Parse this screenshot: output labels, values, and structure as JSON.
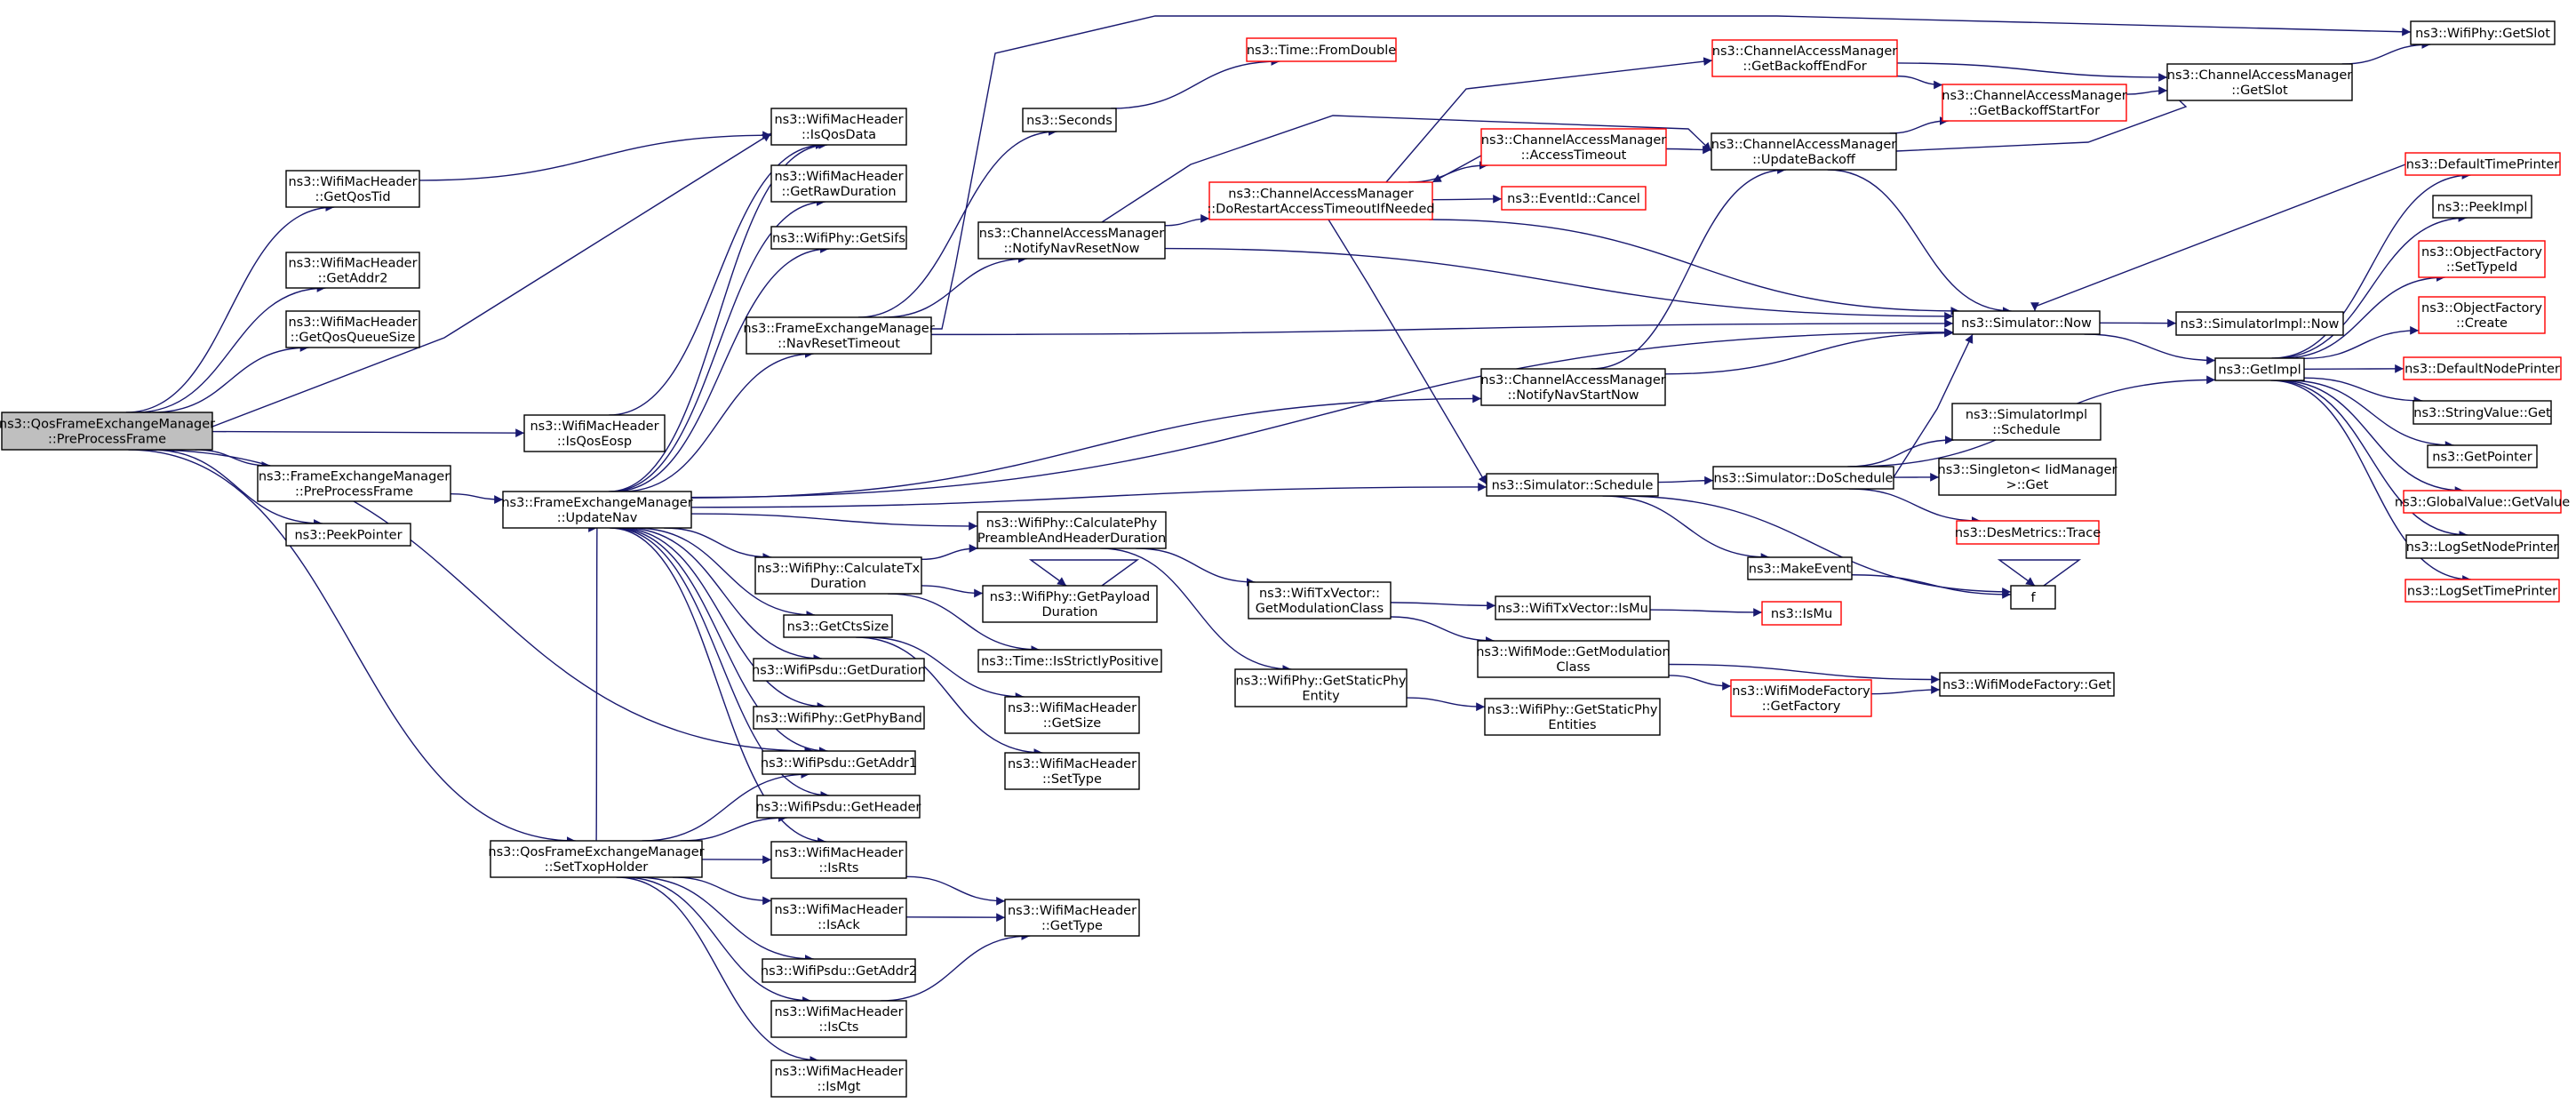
{
  "colors": {
    "edge": "#191970",
    "node_border": "#000000",
    "node_border_incomplete": "#ff0000",
    "node_fill": "#ffffff",
    "root_fill": "#bfbfbf",
    "text": "#000000"
  },
  "nodes": [
    {
      "id": "root",
      "lines": [
        "ns3::QosFrameExchangeManager",
        "::PreProcessFrame"
      ],
      "style": "root"
    },
    {
      "id": "getQosTid",
      "lines": [
        "ns3::WifiMacHeader",
        "::GetQosTid"
      ],
      "style": "normal"
    },
    {
      "id": "getAddr2Hdr",
      "lines": [
        "ns3::WifiMacHeader",
        "::GetAddr2"
      ],
      "style": "normal"
    },
    {
      "id": "getQosQueueSize",
      "lines": [
        "ns3::WifiMacHeader",
        "::GetQosQueueSize"
      ],
      "style": "normal"
    },
    {
      "id": "feProcess",
      "lines": [
        "ns3::FrameExchangeManager",
        "::PreProcessFrame"
      ],
      "style": "normal"
    },
    {
      "id": "peekPointer",
      "lines": [
        "ns3::PeekPointer"
      ],
      "style": "normal"
    },
    {
      "id": "setTxop",
      "lines": [
        "ns3::QosFrameExchangeManager",
        "::SetTxopHolder"
      ],
      "style": "normal"
    },
    {
      "id": "isQosEosp",
      "lines": [
        "ns3::WifiMacHeader",
        "::IsQosEosp"
      ],
      "style": "normal"
    },
    {
      "id": "updateNav",
      "lines": [
        "ns3::FrameExchangeManager",
        "::UpdateNav"
      ],
      "style": "normal"
    },
    {
      "id": "isQosData",
      "lines": [
        "ns3::WifiMacHeader",
        "::IsQosData"
      ],
      "style": "normal"
    },
    {
      "id": "getRawDuration",
      "lines": [
        "ns3::WifiMacHeader",
        "::GetRawDuration"
      ],
      "style": "normal"
    },
    {
      "id": "getSifs",
      "lines": [
        "ns3::WifiPhy::GetSifs"
      ],
      "style": "normal"
    },
    {
      "id": "navResetTimeout",
      "lines": [
        "ns3::FrameExchangeManager",
        "::NavResetTimeout"
      ],
      "style": "normal"
    },
    {
      "id": "calcTxDuration",
      "lines": [
        "ns3::WifiPhy::CalculateTx",
        "Duration"
      ],
      "style": "normal"
    },
    {
      "id": "getCtsSize",
      "lines": [
        "ns3::GetCtsSize"
      ],
      "style": "normal"
    },
    {
      "id": "psduGetDuration",
      "lines": [
        "ns3::WifiPsdu::GetDuration"
      ],
      "style": "normal"
    },
    {
      "id": "getPhyBand",
      "lines": [
        "ns3::WifiPhy::GetPhyBand"
      ],
      "style": "normal"
    },
    {
      "id": "psduGetAddr1",
      "lines": [
        "ns3::WifiPsdu::GetAddr1"
      ],
      "style": "normal"
    },
    {
      "id": "psduGetHeader",
      "lines": [
        "ns3::WifiPsdu::GetHeader"
      ],
      "style": "normal"
    },
    {
      "id": "isRts",
      "lines": [
        "ns3::WifiMacHeader",
        "::IsRts"
      ],
      "style": "normal"
    },
    {
      "id": "isAck",
      "lines": [
        "ns3::WifiMacHeader",
        "::IsAck"
      ],
      "style": "normal"
    },
    {
      "id": "psduGetAddr2",
      "lines": [
        "ns3::WifiPsdu::GetAddr2"
      ],
      "style": "normal"
    },
    {
      "id": "isCts",
      "lines": [
        "ns3::WifiMacHeader",
        "::IsCts"
      ],
      "style": "normal"
    },
    {
      "id": "isMgt",
      "lines": [
        "ns3::WifiMacHeader",
        "::IsMgt"
      ],
      "style": "normal"
    },
    {
      "id": "seconds",
      "lines": [
        "ns3::Seconds"
      ],
      "style": "normal"
    },
    {
      "id": "notifyNavReset",
      "lines": [
        "ns3::ChannelAccessManager",
        "::NotifyNavResetNow"
      ],
      "style": "normal"
    },
    {
      "id": "calcPreamble",
      "lines": [
        "ns3::WifiPhy::CalculatePhy",
        "PreambleAndHeaderDuration"
      ],
      "style": "normal"
    },
    {
      "id": "getPayloadDuration",
      "lines": [
        "ns3::WifiPhy::GetPayload",
        "Duration"
      ],
      "style": "normal"
    },
    {
      "id": "isStrictlyPositive",
      "lines": [
        "ns3::Time::IsStrictlyPositive"
      ],
      "style": "normal"
    },
    {
      "id": "hdrGetSize",
      "lines": [
        "ns3::WifiMacHeader",
        "::GetSize"
      ],
      "style": "normal"
    },
    {
      "id": "hdrSetType",
      "lines": [
        "ns3::WifiMacHeader",
        "::SetType"
      ],
      "style": "normal"
    },
    {
      "id": "hdrGetType",
      "lines": [
        "ns3::WifiMacHeader",
        "::GetType"
      ],
      "style": "normal"
    },
    {
      "id": "fromDouble",
      "lines": [
        "ns3::Time::FromDouble"
      ],
      "style": "incomplete"
    },
    {
      "id": "doRestart",
      "lines": [
        "ns3::ChannelAccessManager",
        "::DoRestartAccessTimeoutIfNeeded"
      ],
      "style": "incomplete"
    },
    {
      "id": "getModClass",
      "lines": [
        "ns3::WifiTxVector::",
        "GetModulationClass"
      ],
      "style": "normal"
    },
    {
      "id": "getStaticPhyEntity",
      "lines": [
        "ns3::WifiPhy::GetStaticPhy",
        "Entity"
      ],
      "style": "normal"
    },
    {
      "id": "getBackoffEndFor",
      "lines": [
        "ns3::ChannelAccessManager",
        "::GetBackoffEndFor"
      ],
      "style": "incomplete"
    },
    {
      "id": "accessTimeout",
      "lines": [
        "ns3::ChannelAccessManager",
        "::AccessTimeout"
      ],
      "style": "incomplete"
    },
    {
      "id": "eventCancel",
      "lines": [
        "ns3::EventId::Cancel"
      ],
      "style": "incomplete"
    },
    {
      "id": "notifyNavStart",
      "lines": [
        "ns3::ChannelAccessManager",
        "::NotifyNavStartNow"
      ],
      "style": "normal"
    },
    {
      "id": "simSchedule",
      "lines": [
        "ns3::Simulator::Schedule"
      ],
      "style": "normal"
    },
    {
      "id": "makeEvent",
      "lines": [
        "ns3::MakeEvent"
      ],
      "style": "normal"
    },
    {
      "id": "txVecIsMu",
      "lines": [
        "ns3::WifiTxVector::IsMu"
      ],
      "style": "normal"
    },
    {
      "id": "modeGetModClass",
      "lines": [
        "ns3::WifiMode::GetModulation",
        "Class"
      ],
      "style": "normal"
    },
    {
      "id": "getStaticPhyEntities",
      "lines": [
        "ns3::WifiPhy::GetStaticPhy",
        "Entities"
      ],
      "style": "normal"
    },
    {
      "id": "updateBackoff",
      "lines": [
        "ns3::ChannelAccessManager",
        "::UpdateBackoff"
      ],
      "style": "normal"
    },
    {
      "id": "doSchedule",
      "lines": [
        "ns3::Simulator::DoSchedule"
      ],
      "style": "normal"
    },
    {
      "id": "isMu",
      "lines": [
        "ns3::IsMu"
      ],
      "style": "incomplete"
    },
    {
      "id": "modeFactoryGetFactory",
      "lines": [
        "ns3::WifiModeFactory",
        "::GetFactory"
      ],
      "style": "incomplete"
    },
    {
      "id": "getBackoffStartFor",
      "lines": [
        "ns3::ChannelAccessManager",
        "::GetBackoffStartFor"
      ],
      "style": "incomplete"
    },
    {
      "id": "simNow",
      "lines": [
        "ns3::Simulator::Now"
      ],
      "style": "normal"
    },
    {
      "id": "implSchedule",
      "lines": [
        "ns3::SimulatorImpl",
        "::Schedule"
      ],
      "style": "normal"
    },
    {
      "id": "singletonGet",
      "lines": [
        "ns3::Singleton< IidManager",
        ">::Get"
      ],
      "style": "normal"
    },
    {
      "id": "desMetricsTrace",
      "lines": [
        "ns3::DesMetrics::Trace"
      ],
      "style": "incomplete"
    },
    {
      "id": "fNode",
      "lines": [
        "f"
      ],
      "style": "normal"
    },
    {
      "id": "modeFactoryGet",
      "lines": [
        "ns3::WifiModeFactory::Get"
      ],
      "style": "normal"
    },
    {
      "id": "camGetSlot",
      "lines": [
        "ns3::ChannelAccessManager",
        "::GetSlot"
      ],
      "style": "normal"
    },
    {
      "id": "implNow",
      "lines": [
        "ns3::SimulatorImpl::Now"
      ],
      "style": "normal"
    },
    {
      "id": "getImpl",
      "lines": [
        "ns3::GetImpl"
      ],
      "style": "normal"
    },
    {
      "id": "phyGetSlot",
      "lines": [
        "ns3::WifiPhy::GetSlot"
      ],
      "style": "normal"
    },
    {
      "id": "defaultTimePrinter",
      "lines": [
        "ns3::DefaultTimePrinter"
      ],
      "style": "incomplete"
    },
    {
      "id": "peekImpl",
      "lines": [
        "ns3::PeekImpl"
      ],
      "style": "normal"
    },
    {
      "id": "setTypeId",
      "lines": [
        "ns3::ObjectFactory",
        "::SetTypeId"
      ],
      "style": "incomplete"
    },
    {
      "id": "ofCreate",
      "lines": [
        "ns3::ObjectFactory",
        "::Create"
      ],
      "style": "incomplete"
    },
    {
      "id": "defaultNodePrinter",
      "lines": [
        "ns3::DefaultNodePrinter"
      ],
      "style": "incomplete"
    },
    {
      "id": "stringValueGet",
      "lines": [
        "ns3::StringValue::Get"
      ],
      "style": "normal"
    },
    {
      "id": "getPointer",
      "lines": [
        "ns3::GetPointer"
      ],
      "style": "normal"
    },
    {
      "id": "globalValueGet",
      "lines": [
        "ns3::GlobalValue::GetValue"
      ],
      "style": "incomplete"
    },
    {
      "id": "logSetNodePrinter",
      "lines": [
        "ns3::LogSetNodePrinter"
      ],
      "style": "normal"
    },
    {
      "id": "logSetTimePrinter",
      "lines": [
        "ns3::LogSetTimePrinter"
      ],
      "style": "incomplete"
    }
  ],
  "edges": [
    [
      "root",
      "getQosTid"
    ],
    [
      "root",
      "getAddr2Hdr"
    ],
    [
      "root",
      "getQosQueueSize"
    ],
    [
      "root",
      "isQosData"
    ],
    [
      "root",
      "isQosEosp"
    ],
    [
      "root",
      "feProcess"
    ],
    [
      "root",
      "peekPointer"
    ],
    [
      "root",
      "psduGetAddr1"
    ],
    [
      "root",
      "setTxop"
    ],
    [
      "getQosTid",
      "isQosData"
    ],
    [
      "isQosEosp",
      "isQosData"
    ],
    [
      "feProcess",
      "updateNav"
    ],
    [
      "updateNav",
      "isQosData"
    ],
    [
      "updateNav",
      "getRawDuration"
    ],
    [
      "updateNav",
      "getSifs"
    ],
    [
      "updateNav",
      "navResetTimeout"
    ],
    [
      "updateNav",
      "notifyNavStart"
    ],
    [
      "updateNav",
      "simNow"
    ],
    [
      "updateNav",
      "simSchedule"
    ],
    [
      "updateNav",
      "calcPreamble"
    ],
    [
      "updateNav",
      "calcTxDuration"
    ],
    [
      "updateNav",
      "getCtsSize"
    ],
    [
      "updateNav",
      "psduGetDuration"
    ],
    [
      "updateNav",
      "getPhyBand"
    ],
    [
      "updateNav",
      "psduGetAddr1"
    ],
    [
      "updateNav",
      "psduGetHeader"
    ],
    [
      "updateNav",
      "isRts"
    ],
    [
      "setTxop",
      "updateNav"
    ],
    [
      "setTxop",
      "psduGetAddr1"
    ],
    [
      "setTxop",
      "psduGetHeader"
    ],
    [
      "setTxop",
      "isRts"
    ],
    [
      "setTxop",
      "isAck"
    ],
    [
      "setTxop",
      "psduGetAddr2"
    ],
    [
      "setTxop",
      "isCts"
    ],
    [
      "setTxop",
      "isMgt"
    ],
    [
      "navResetTimeout",
      "phyGetSlot"
    ],
    [
      "navResetTimeout",
      "seconds"
    ],
    [
      "navResetTimeout",
      "notifyNavReset"
    ],
    [
      "navResetTimeout",
      "simNow"
    ],
    [
      "seconds",
      "fromDouble"
    ],
    [
      "notifyNavReset",
      "doRestart"
    ],
    [
      "notifyNavReset",
      "updateBackoff"
    ],
    [
      "notifyNavReset",
      "simNow"
    ],
    [
      "calcTxDuration",
      "calcPreamble"
    ],
    [
      "calcTxDuration",
      "getPayloadDuration"
    ],
    [
      "calcTxDuration",
      "isStrictlyPositive"
    ],
    [
      "getPayloadDuration",
      "getPayloadDuration"
    ],
    [
      "calcPreamble",
      "getModClass"
    ],
    [
      "calcPreamble",
      "getStaticPhyEntity"
    ],
    [
      "getCtsSize",
      "hdrGetSize"
    ],
    [
      "getCtsSize",
      "hdrSetType"
    ],
    [
      "isRts",
      "hdrGetType"
    ],
    [
      "isAck",
      "hdrGetType"
    ],
    [
      "isCts",
      "hdrGetType"
    ],
    [
      "doRestart",
      "getBackoffEndFor"
    ],
    [
      "doRestart",
      "accessTimeout"
    ],
    [
      "doRestart",
      "eventCancel"
    ],
    [
      "doRestart",
      "simNow"
    ],
    [
      "doRestart",
      "simSchedule"
    ],
    [
      "accessTimeout",
      "doRestart"
    ],
    [
      "accessTimeout",
      "updateBackoff"
    ],
    [
      "getBackoffEndFor",
      "getBackoffStartFor"
    ],
    [
      "getBackoffEndFor",
      "camGetSlot"
    ],
    [
      "getBackoffStartFor",
      "camGetSlot"
    ],
    [
      "updateBackoff",
      "getBackoffStartFor"
    ],
    [
      "updateBackoff",
      "camGetSlot"
    ],
    [
      "updateBackoff",
      "simNow"
    ],
    [
      "camGetSlot",
      "phyGetSlot"
    ],
    [
      "notifyNavStart",
      "updateBackoff"
    ],
    [
      "notifyNavStart",
      "simNow"
    ],
    [
      "simSchedule",
      "doSchedule"
    ],
    [
      "simSchedule",
      "makeEvent"
    ],
    [
      "simSchedule",
      "fNode"
    ],
    [
      "doSchedule",
      "simNow"
    ],
    [
      "doSchedule",
      "getImpl"
    ],
    [
      "doSchedule",
      "implSchedule"
    ],
    [
      "doSchedule",
      "singletonGet"
    ],
    [
      "doSchedule",
      "desMetricsTrace"
    ],
    [
      "makeEvent",
      "fNode"
    ],
    [
      "fNode",
      "fNode"
    ],
    [
      "getModClass",
      "txVecIsMu"
    ],
    [
      "getModClass",
      "modeGetModClass"
    ],
    [
      "txVecIsMu",
      "isMu"
    ],
    [
      "modeGetModClass",
      "modeFactoryGet"
    ],
    [
      "modeGetModClass",
      "modeFactoryGetFactory"
    ],
    [
      "modeFactoryGetFactory",
      "modeFactoryGet"
    ],
    [
      "getStaticPhyEntity",
      "getStaticPhyEntities"
    ],
    [
      "simNow",
      "implNow"
    ],
    [
      "simNow",
      "getImpl"
    ],
    [
      "getImpl",
      "defaultTimePrinter"
    ],
    [
      "getImpl",
      "peekImpl"
    ],
    [
      "getImpl",
      "setTypeId"
    ],
    [
      "getImpl",
      "ofCreate"
    ],
    [
      "getImpl",
      "defaultNodePrinter"
    ],
    [
      "getImpl",
      "stringValueGet"
    ],
    [
      "getImpl",
      "getPointer"
    ],
    [
      "getImpl",
      "globalValueGet"
    ],
    [
      "getImpl",
      "logSetNodePrinter"
    ],
    [
      "getImpl",
      "logSetTimePrinter"
    ],
    [
      "defaultTimePrinter",
      "simNow"
    ]
  ]
}
